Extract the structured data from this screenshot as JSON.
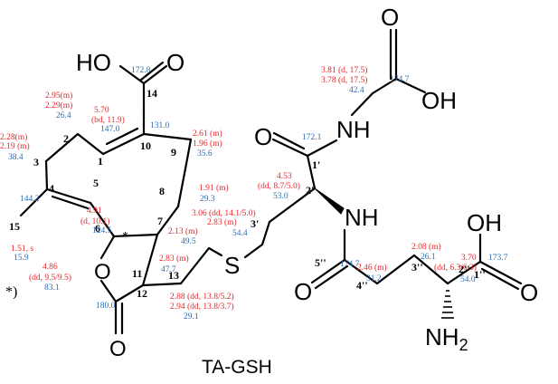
{
  "title": "TA-GSH",
  "colors": {
    "bonds_and_atoms": "#000000",
    "h_shift": "#e8262b",
    "c_shift": "#2e6db4"
  },
  "atoms": {
    "ho_top": "HO",
    "o_acid": "O",
    "o_ring": "O",
    "o_lactone": "O",
    "s": "S",
    "o_amide1": "O",
    "nh_amide1": "NH",
    "nh_amide2": "NH",
    "o_amide2": "O",
    "o_gly": "O",
    "oh_gly": "OH",
    "oh_glu": "OH",
    "o_glu": "O",
    "nh2": "NH",
    "nh2_sub": "2"
  },
  "positions": {
    "n1": "1",
    "n2": "2",
    "n3": "3",
    "n4": "4",
    "n5": "5",
    "n6": "6",
    "n7": "7",
    "n8": "8",
    "n9": "9",
    "n10": "10",
    "n11": "11",
    "n12": "12",
    "n13": "13",
    "n14": "14",
    "n15": "15",
    "p1p": "1'",
    "p2p": "2'",
    "p3p": "3'",
    "p1pp": "1''",
    "p2pp": "2''",
    "p3pp": "3''",
    "p4pp": "4''",
    "p5pp": "5''"
  },
  "footnote": "*)",
  "stereo_mark": "*",
  "h_shifts": {
    "h2a": "2.95(m)",
    "h2b": "2.29(m)",
    "h1a": "5.70",
    "h1b": "(bd, 11.9)",
    "h3a": "2.28(m)",
    "h3b": "2.19 (m)",
    "h9a": "2.61 (m)",
    "h9b": "1.96 (m)",
    "h8": "1.91 (m)",
    "h5a": "4.91",
    "h5b": "(d, 10.1)",
    "h7": "2.13 (m)",
    "h3pa": "3.06 (dd, 14.1/5.0)",
    "h3pb": "2.83 (m)",
    "h2pa": "4.53",
    "h2pb": "(dd, 8.7/5.0)",
    "h15a": "1.51, s",
    "h6a": "4.86",
    "h6b": "(dd, 9.5/9.5)",
    "h11": "2.83 (m)",
    "h13a": "2.88 (dd, 13.8/5.2)",
    "h13b": "2.94 (dd, 13.8/3.7)",
    "hglya": "3.81 (d, 17.5)",
    "hglyb": "3.78 (d, 17.5)",
    "h3ppa": "2.08 (m)",
    "h4pp": "2.46 (m)",
    "h2ppa": "3.70",
    "h2ppb": "(dd, 6.3/6.3)"
  },
  "c_shifts": {
    "c14": "172.8",
    "c2": "26.4",
    "c1": "147.0",
    "c10": "131.0",
    "c3": "38.4",
    "c9": "35.6",
    "c4": "144.2",
    "c8": "29.3",
    "c5": "124.5",
    "c7": "49.5",
    "c3p": "54.4",
    "c2p": "53.0",
    "c1p": "172.1",
    "c15": "15.9",
    "c6": "83.1",
    "c11": "47.7",
    "c12": "180.0",
    "c13": "29.1",
    "cgly_co": "174.7",
    "cgly_ch2": "42.4",
    "c5pp": "174.7",
    "c3pp": "26.1",
    "c4pp": "31.2",
    "c2pp": "54.0",
    "c1pp": "173.7"
  }
}
